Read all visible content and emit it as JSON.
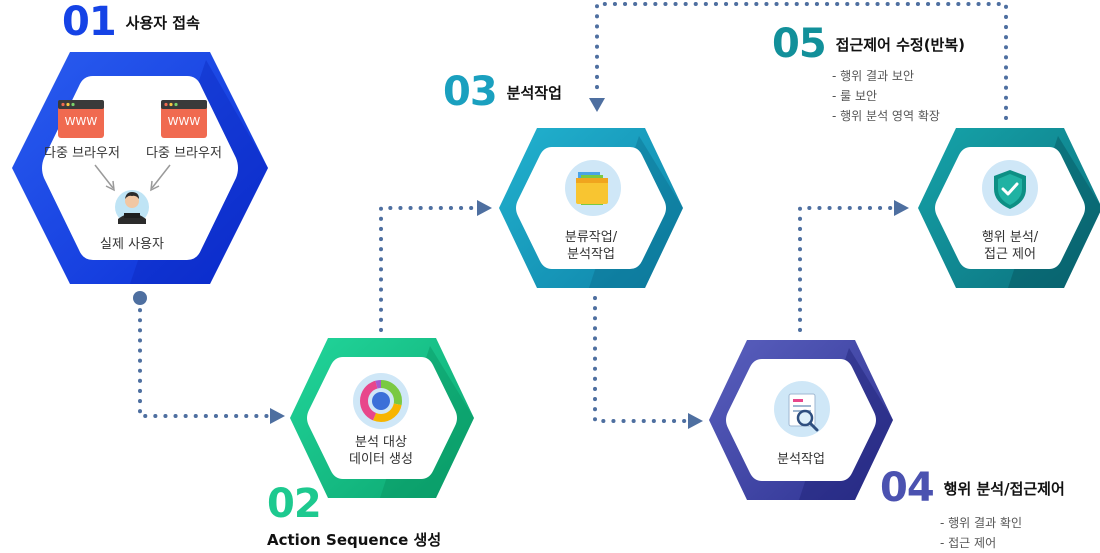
{
  "colors": {
    "step1": "#1543e6",
    "step2": "#1dc98f",
    "step3": "#1aa0bf",
    "step4": "#4b52b0",
    "step5": "#12909a",
    "connector": "#4e6fa0",
    "www_badge": "#f06a50"
  },
  "steps": [
    {
      "number": "01",
      "title": "사용자 접속",
      "browser_label_left": "다중 브라우저",
      "browser_label_right": "다중 브라우저",
      "browser_badge_left": "WWW",
      "browser_badge_right": "WWW",
      "user_label": "실제 사용자"
    },
    {
      "number": "02",
      "title": "Action Sequence 생성",
      "inner_line1": "분석 대상",
      "inner_line2": "데이터 생성"
    },
    {
      "number": "03",
      "title": "분석작업",
      "inner_line1": "분류작업/",
      "inner_line2": "분석작업"
    },
    {
      "number": "04",
      "title": "행위 분석/접근제어",
      "inner_line1": "분석작업",
      "bullets": [
        "- 행위 결과 확인",
        "- 접근 제어"
      ]
    },
    {
      "number": "05",
      "title": "접근제어 수정(반복)",
      "inner_line1": "행위 분석/",
      "inner_line2": "접근 제어",
      "bullets": [
        "- 행위 결과 보안",
        "- 룰 보안",
        "- 행위 분석 영역 확장"
      ]
    }
  ]
}
